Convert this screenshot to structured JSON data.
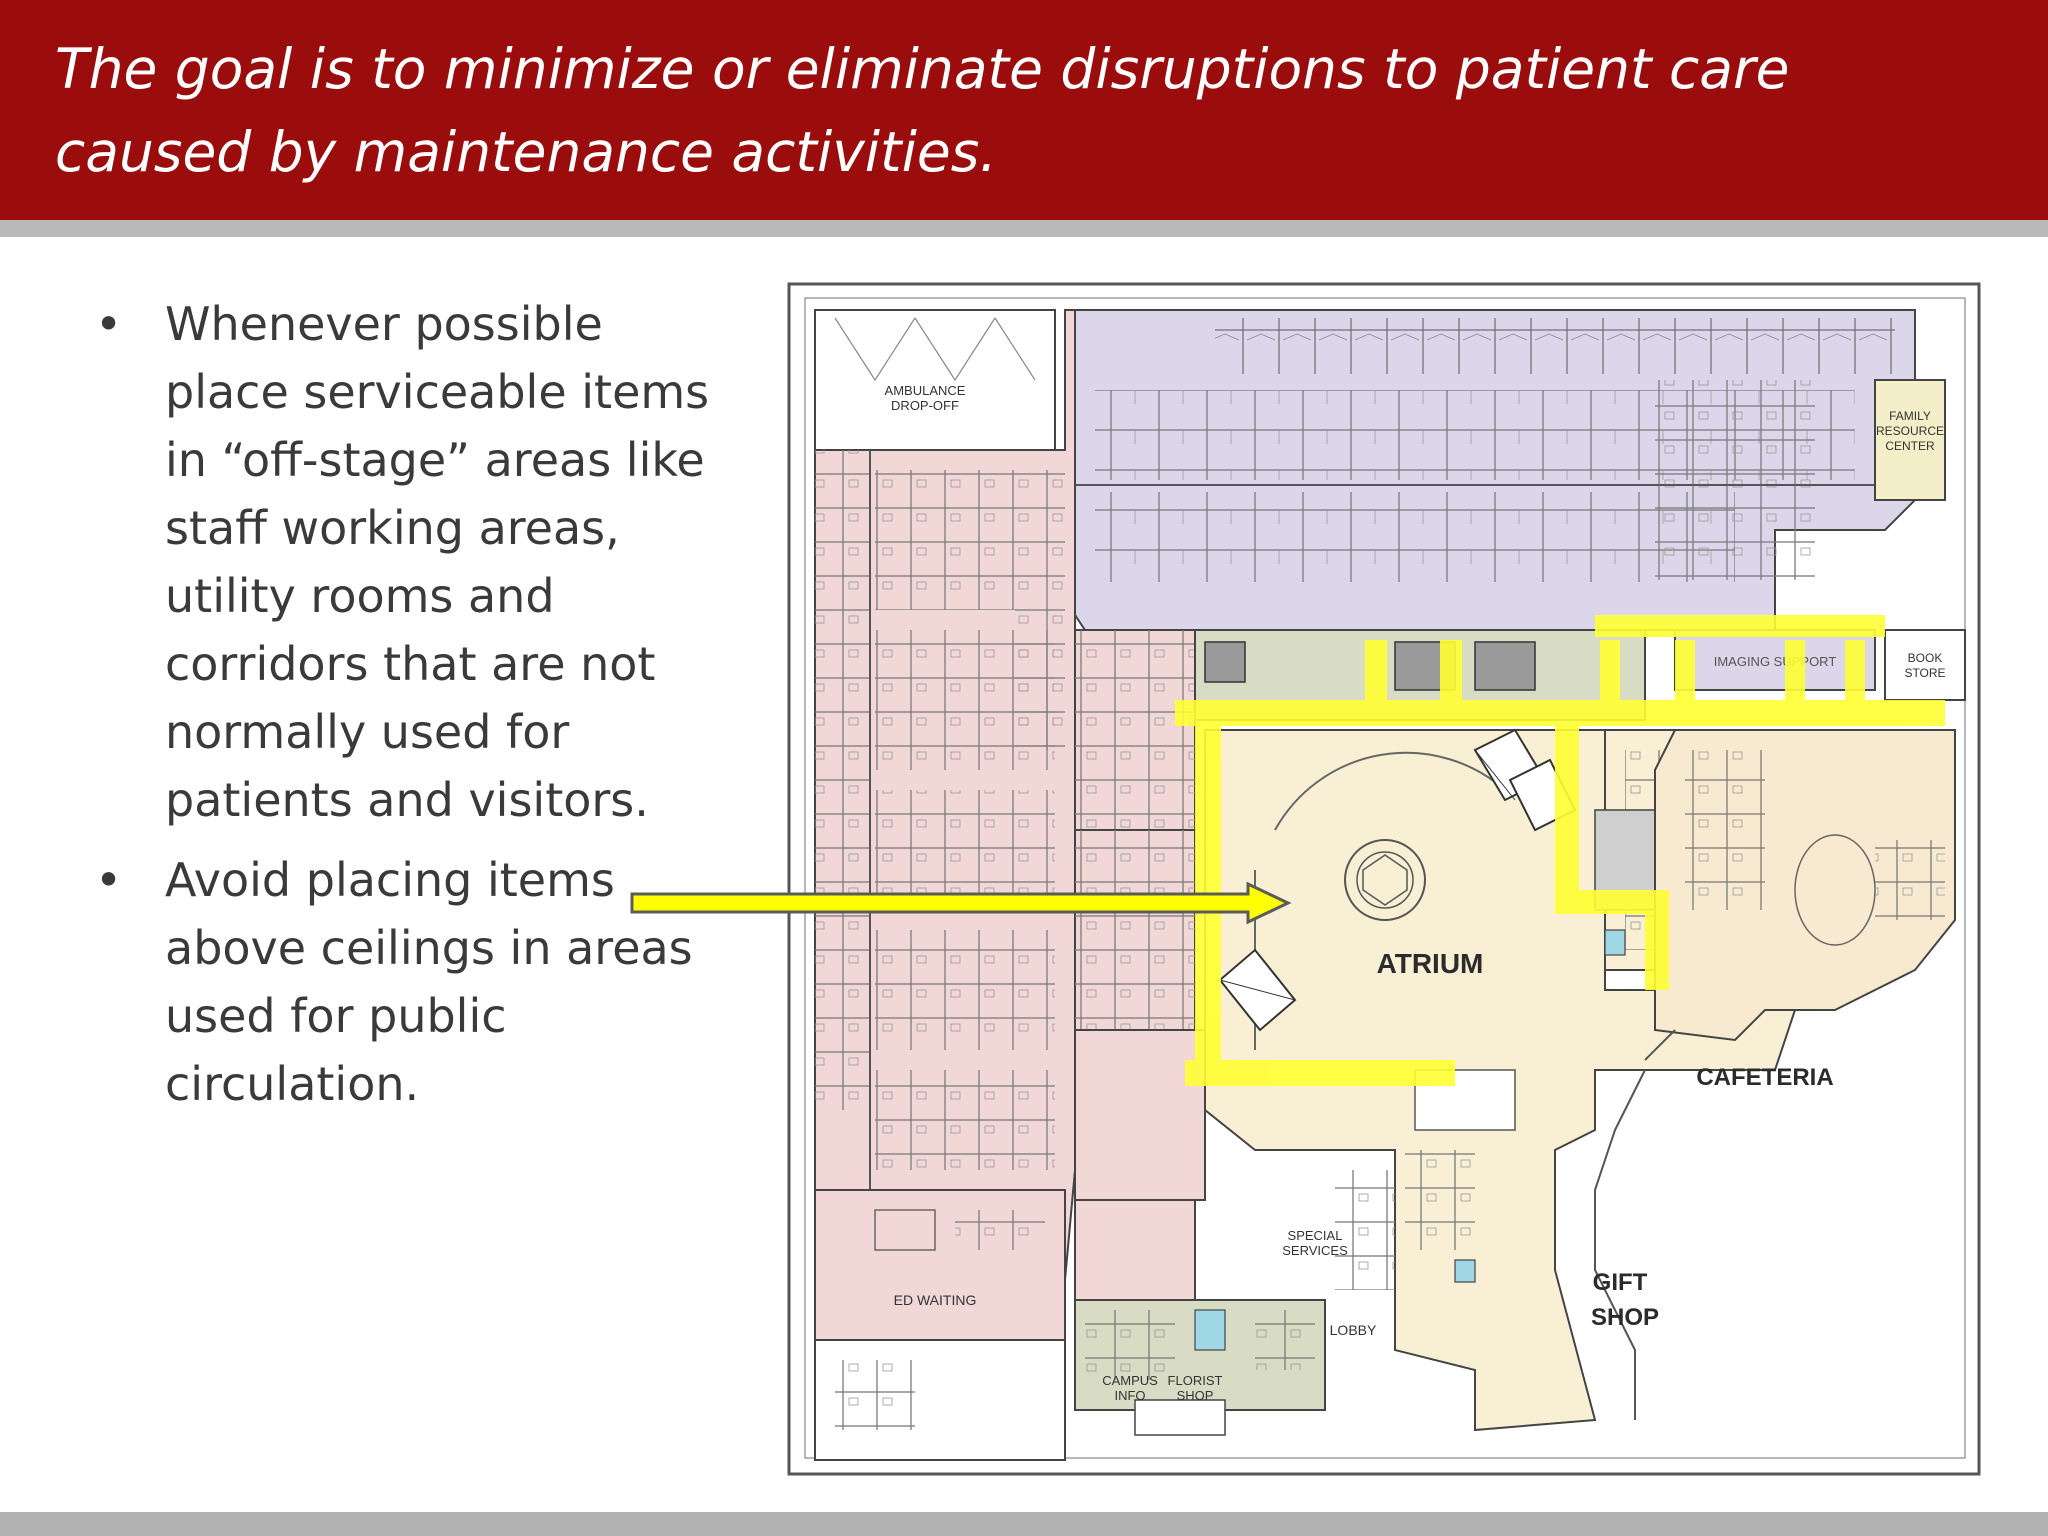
{
  "slide": {
    "title": "The goal is to minimize or eliminate disruptions to patient care caused by maintenance activities."
  },
  "bullets": [
    {
      "marker": "•",
      "text": "Whenever possible place serviceable items in “off-stage” areas like staff working areas, utility rooms and corridors that are not normally used for patients and visitors."
    },
    {
      "marker": "•",
      "text": "Avoid placing items above ceilings in areas used for public circulation."
    }
  ],
  "floorplan": {
    "labels": {
      "ambulance": [
        "AMBULANCE",
        "DROP-OFF"
      ],
      "family_resource": [
        "FAMILY",
        "RESOURCE",
        "CENTER"
      ],
      "imaging": "IMAGING SUPPORT",
      "book_store": [
        "BOOK",
        "STORE"
      ],
      "atrium": "ATRIUM",
      "cafeteria": "CAFETERIA",
      "gift_shop": [
        "GIFT",
        "SHOP"
      ],
      "ed_waiting": "ED WAITING",
      "special_services": [
        "SPECIAL",
        "SERVICES"
      ],
      "lobby": "LOBBY",
      "campus_info": [
        "CAMPUS",
        "INFO"
      ],
      "florist_shop": [
        "FLORIST",
        "SHOP"
      ]
    },
    "colors": {
      "emergency": "#f2d7d7",
      "clinical": "#dcd6ea",
      "public": "#f8efd4",
      "highlight": "#ffff33",
      "walls": "#444444"
    }
  }
}
